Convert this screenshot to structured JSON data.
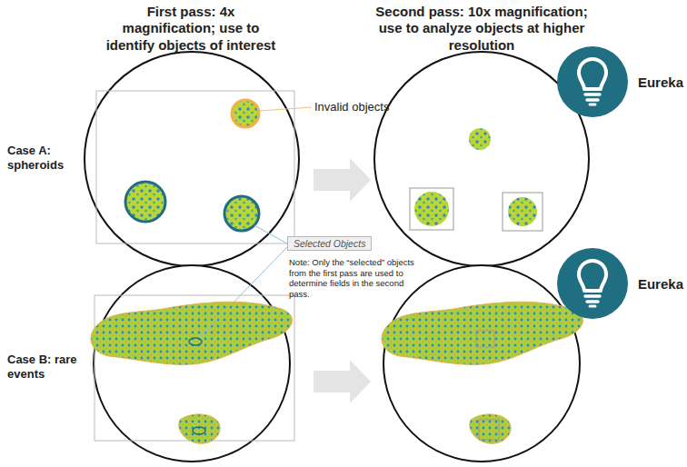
{
  "diagram": {
    "nodes": [
      {
        "text": [
          "Selected Objects"
        ]
      },
      {
        "text": [
          "Eureka"
        ]
      },
      {
        "text": [
          "Eureka"
        ]
      }
    ],
    "labels": [
      "First pass: 4x magnification; use to identify objects of interest",
      "Second pass: 10x magnification; use to analyze objects at higher resolution",
      "Invalid objects",
      "Case A: spheroids",
      "Note: Only the “selected” objects from the first pass are used to determine fields in the second pass.",
      "Case B: rare events"
    ]
  }
}
